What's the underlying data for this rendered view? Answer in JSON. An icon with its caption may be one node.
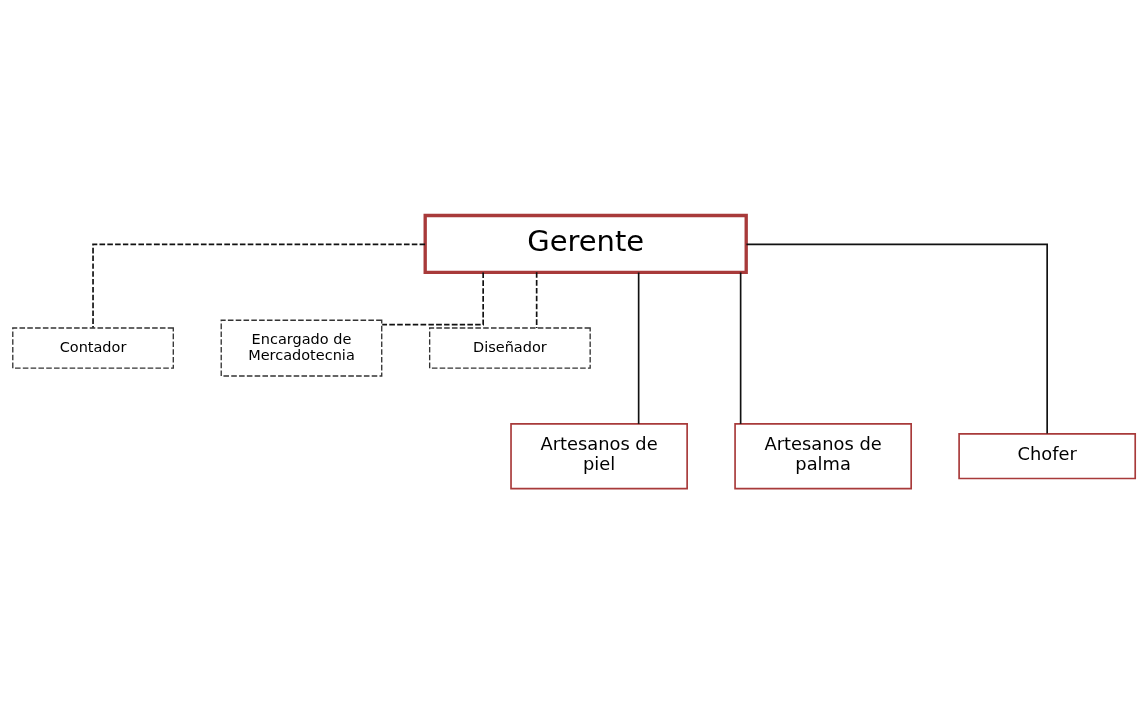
{
  "diagram": {
    "nodes": [
      {
        "text": [
          "Gerente"
        ]
      },
      {
        "text": [
          "Contador"
        ]
      },
      {
        "text": [
          "Encargado de Mercadotecnia"
        ]
      },
      {
        "text": [
          "Diseñador"
        ]
      },
      {
        "text": [
          "Artesanos de piel"
        ]
      },
      {
        "text": [
          "Artesanos de palma"
        ]
      },
      {
        "text": [
          "Chofer"
        ]
      }
    ],
    "edges": [
      {
        "from": 0,
        "to": 1,
        "arrow": "none",
        "style": "dashed"
      },
      {
        "from": 0,
        "to": 2,
        "arrow": "none",
        "style": "dashed"
      },
      {
        "from": 0,
        "to": 3,
        "arrow": "none",
        "style": "dashed"
      },
      {
        "from": 0,
        "to": 4,
        "arrow": "none"
      },
      {
        "from": 0,
        "to": 5,
        "arrow": "none"
      },
      {
        "from": 0,
        "to": 6,
        "arrow": "none"
      }
    ]
  }
}
